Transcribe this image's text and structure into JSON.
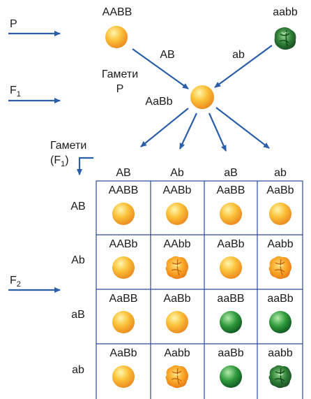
{
  "generation_labels": {
    "parental": "P",
    "f1": "F",
    "f1_sub": "1",
    "f2": "F",
    "f2_sub": "2"
  },
  "parents": {
    "left_genotype": "AABB",
    "right_genotype": "aabb",
    "left_gamete": "AB",
    "right_gamete": "ab"
  },
  "gametes_p_label": {
    "line1": "Гамети",
    "line2": "P"
  },
  "f1_genotype": "AaBb",
  "gametes_f1_label": {
    "line1": "Гамети",
    "line2_open": "(F",
    "line2_sub": "1",
    "line2_close": ")"
  },
  "grid": {
    "col_headers": [
      "AB",
      "Ab",
      "aB",
      "ab"
    ],
    "row_headers": [
      "AB",
      "Ab",
      "aB",
      "ab"
    ],
    "cells": [
      [
        {
          "genotype": "AABB",
          "pea": "yellow-round"
        },
        {
          "genotype": "AABb",
          "pea": "yellow-round"
        },
        {
          "genotype": "AaBB",
          "pea": "yellow-round"
        },
        {
          "genotype": "AaBb",
          "pea": "yellow-round"
        }
      ],
      [
        {
          "genotype": "AABb",
          "pea": "yellow-round"
        },
        {
          "genotype": "AAbb",
          "pea": "yellow-wrinkled"
        },
        {
          "genotype": "AaBb",
          "pea": "yellow-round"
        },
        {
          "genotype": "Aabb",
          "pea": "yellow-wrinkled"
        }
      ],
      [
        {
          "genotype": "AaBB",
          "pea": "yellow-round"
        },
        {
          "genotype": "AaBb",
          "pea": "yellow-round"
        },
        {
          "genotype": "aaBB",
          "pea": "green-round"
        },
        {
          "genotype": "aaBb",
          "pea": "green-round"
        }
      ],
      [
        {
          "genotype": "AaBb",
          "pea": "yellow-round"
        },
        {
          "genotype": "Aabb",
          "pea": "yellow-wrinkled"
        },
        {
          "genotype": "aaBb",
          "pea": "green-round"
        },
        {
          "genotype": "aabb",
          "pea": "green-wrinkled"
        }
      ]
    ]
  },
  "colors": {
    "arrow": "#2a5ea8",
    "grid_line": "#2a4a9a",
    "yellow_light": "#fff4a0",
    "yellow_mid": "#f9b21a",
    "yellow_dark": "#e8811a",
    "green_light": "#a6e39a",
    "green_mid": "#2f9a3c",
    "green_dark": "#0f5a22"
  }
}
